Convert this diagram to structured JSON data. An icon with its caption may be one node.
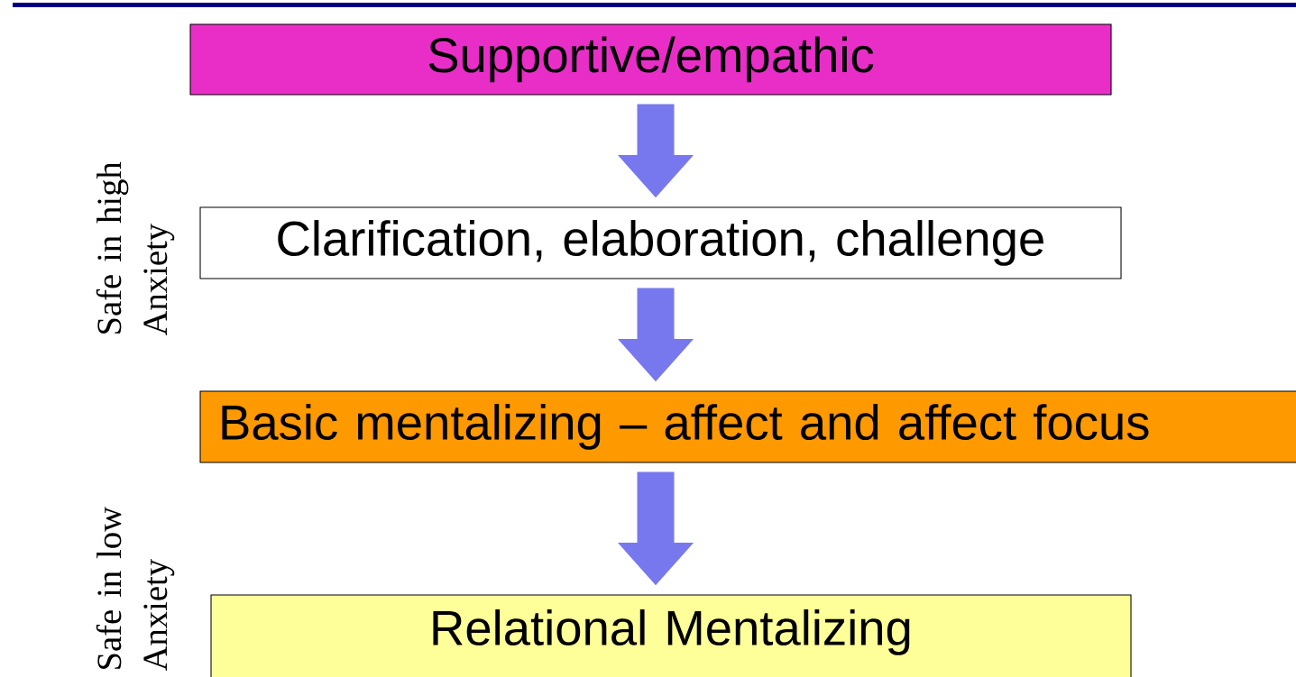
{
  "diagram": {
    "nodes": [
      {
        "text": [
          "Supportive/empathic"
        ]
      },
      {
        "text": [
          "Clarification, elaboration, challenge"
        ]
      },
      {
        "text": [
          "Basic mentalizing – affect and affect focus"
        ]
      },
      {
        "text": [
          "Relational Mentalizing"
        ]
      }
    ],
    "edges": [
      {
        "from": 0,
        "to": 1,
        "arrow": "to"
      },
      {
        "from": 1,
        "to": 2,
        "arrow": "to"
      },
      {
        "from": 2,
        "to": 3,
        "arrow": "to"
      }
    ],
    "labels": [
      "Safe in high Anxiety",
      "Safe in low Anxiety"
    ]
  }
}
